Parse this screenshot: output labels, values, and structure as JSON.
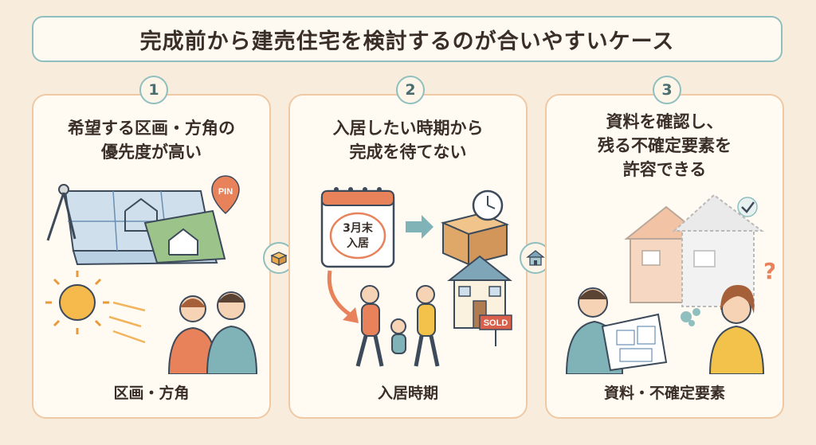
{
  "title": "完成前から建売住宅を検討するのが合いやすいケース",
  "cards": [
    {
      "number": "1",
      "heading_lines": [
        "希望する区画・方角の",
        "優先度が高い"
      ],
      "label": "区画・方角",
      "pin_text": "PIN"
    },
    {
      "number": "2",
      "heading_lines": [
        "入居したい時期から",
        "完成を待てない"
      ],
      "label": "入居時期",
      "calendar_text_lines": [
        "3月末",
        "入居"
      ],
      "sold_text": "SOLD"
    },
    {
      "number": "3",
      "heading_lines": [
        "資料を確認し、",
        "残る不確定要素を",
        "許容できる"
      ],
      "label": "資料・不確定要素",
      "question_mark": "?"
    }
  ],
  "connectors": [
    "box-icon",
    "house-icon"
  ],
  "colors": {
    "background": "#f8ecdc",
    "card_border": "#efc9a4",
    "accent_teal": "#8fbfbf",
    "accent_orange": "#e8825a"
  }
}
